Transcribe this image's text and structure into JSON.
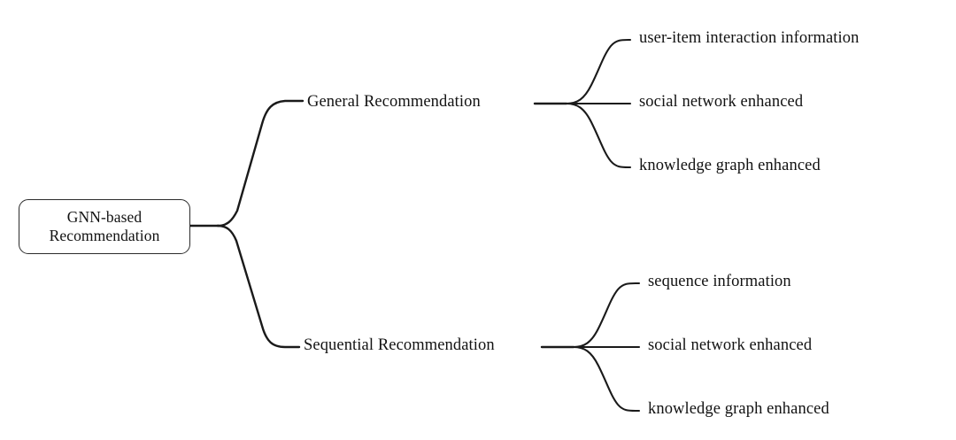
{
  "diagram": {
    "type": "mindmap-tree",
    "background_color": "#ffffff",
    "line_color": "#1a1a1a",
    "text_color": "#121212",
    "root": {
      "label_line1": "GNN-based",
      "label_line2": "Recommendation",
      "shape": "rounded-rectangle"
    },
    "branches": [
      {
        "label": "General Recommendation",
        "leaves": [
          {
            "label": "user-item interaction information"
          },
          {
            "label": "social network enhanced"
          },
          {
            "label": "knowledge graph enhanced"
          }
        ]
      },
      {
        "label": "Sequential Recommendation",
        "leaves": [
          {
            "label": "sequence information"
          },
          {
            "label": "social network enhanced"
          },
          {
            "label": "knowledge graph enhanced"
          }
        ]
      }
    ]
  }
}
